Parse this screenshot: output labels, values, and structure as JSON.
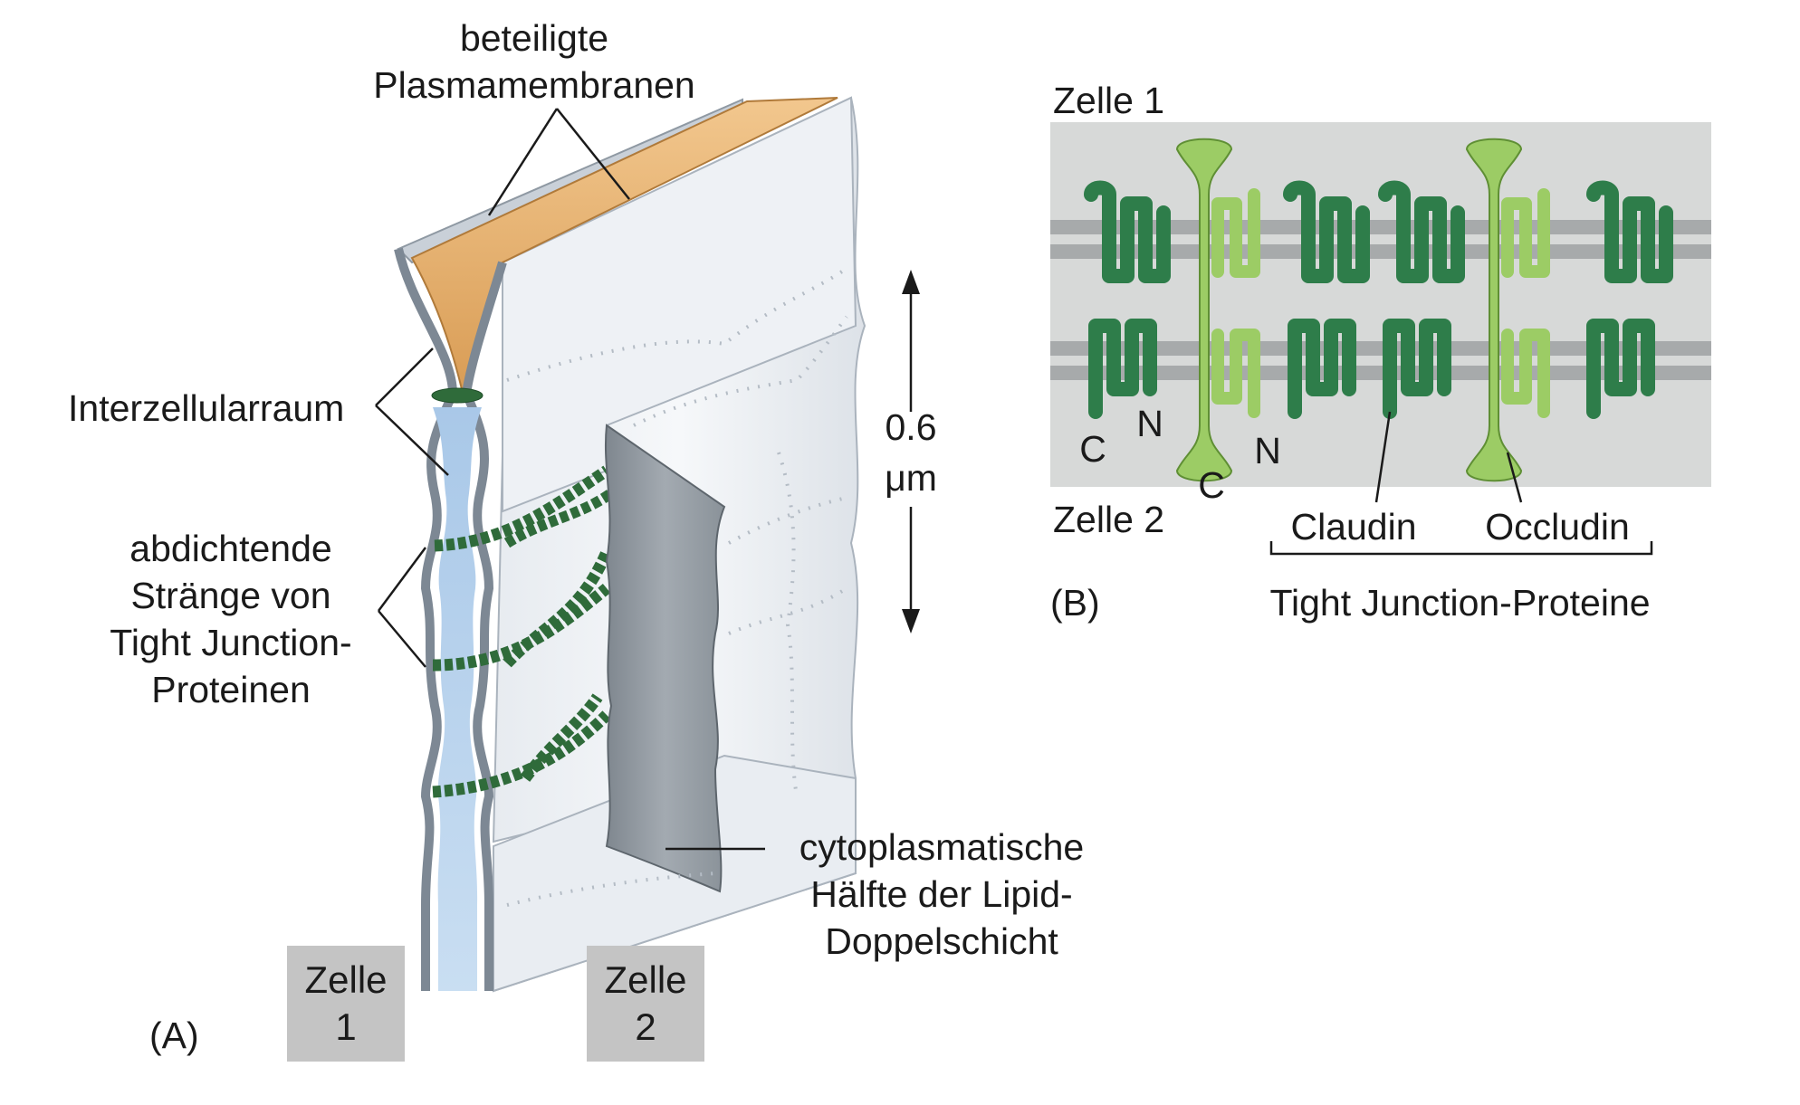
{
  "panel_a": {
    "letter": "(A)",
    "top_label": [
      "beteiligte",
      "Plasmamembranen"
    ],
    "intercellular_label": "Interzellularraum",
    "strands_label": [
      "abdichtende",
      "Stränge von",
      "Tight Junction-",
      "Proteinen"
    ],
    "scale_value": "0.6",
    "scale_unit": "μm",
    "lipid_label": [
      "cytoplasmatische",
      "Hälfte der Lipid-",
      "Doppelschicht"
    ],
    "cell1": [
      "Zelle",
      "1"
    ],
    "cell2": [
      "Zelle",
      "2"
    ]
  },
  "panel_b": {
    "letter": "(B)",
    "cell1": "Zelle 1",
    "cell2": "Zelle 2",
    "terminus_c_left": "C",
    "terminus_n_left": "N",
    "terminus_c_mid": "C",
    "terminus_n_mid": "N",
    "claudin": "Claudin",
    "occludin": "Occludin",
    "group_label": "Tight Junction-Proteine"
  },
  "colors": {
    "claudin": "#2e7d4a",
    "occludin": "#9ccc65",
    "intercellular_top": "#e2ac6c",
    "intercellular_space": "#b9d3ec",
    "strand": "#2f6b3a",
    "cytoplasm_face": "#8e969e",
    "membrane_panel": "#f1f3f6",
    "background_b": "#d7d9d8",
    "cell_box": "#c4c4c4"
  }
}
